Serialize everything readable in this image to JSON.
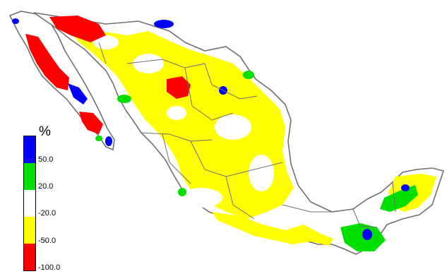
{
  "legend": {
    "unit": "%",
    "classes": [
      {
        "color": "#0000ff",
        "label": "50.0"
      },
      {
        "color": "#00e000",
        "label": "20.0"
      },
      {
        "color": "#ffffff",
        "label": "-20.0"
      },
      {
        "color": "#ffff00",
        "label": "-50.0"
      },
      {
        "color": "#ff0000",
        "label": "-100.0"
      }
    ]
  },
  "colors": {
    "outline": "#707070",
    "dry": "#ffff00",
    "very_dry": "#ff0000",
    "wet": "#00e000",
    "very_wet": "#0000ff",
    "normal": "#ffffff"
  }
}
